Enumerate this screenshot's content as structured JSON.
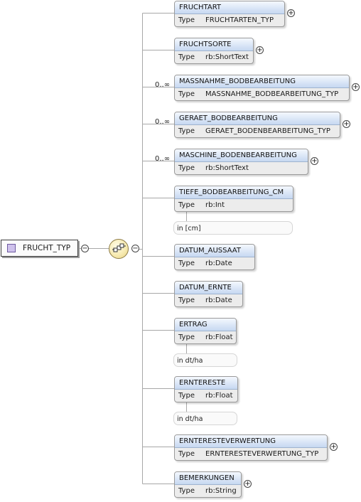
{
  "root": {
    "name": "FRUCHT_TYP"
  },
  "type_label": "Type",
  "elements": [
    {
      "name": "FRUCHTART",
      "occurrence": "",
      "type": "FRUCHTARTEN_TYP",
      "expandable": true,
      "facet": ""
    },
    {
      "name": "FRUCHTSORTE",
      "occurrence": "",
      "type": "rb:ShortText",
      "expandable": true,
      "facet": ""
    },
    {
      "name": "MASSNAHME_BODBEARBEITUNG",
      "occurrence": "0..∞",
      "type": "MASSNAHME_BODBEARBEITUNG_TYP",
      "expandable": true,
      "facet": ""
    },
    {
      "name": "GERAET_BODBEARBEITUNG",
      "occurrence": "0..∞",
      "type": "GERAET_BODENBEARBEITUNG_TYP",
      "expandable": true,
      "facet": ""
    },
    {
      "name": "MASCHINE_BODENBEARBEITUNG",
      "occurrence": "0..∞",
      "type": "rb:ShortText",
      "expandable": true,
      "facet": ""
    },
    {
      "name": "TIEFE_BODBEARBEITUNG_CM",
      "occurrence": "",
      "type": "rb:Int",
      "expandable": false,
      "facet": "in [cm]"
    },
    {
      "name": "DATUM_AUSSAAT",
      "occurrence": "",
      "type": "rb:Date",
      "expandable": false,
      "facet": ""
    },
    {
      "name": "DATUM_ERNTE",
      "occurrence": "",
      "type": "rb:Date",
      "expandable": false,
      "facet": ""
    },
    {
      "name": "ERTRAG",
      "occurrence": "",
      "type": "rb:Float",
      "expandable": false,
      "facet": "in dt/ha"
    },
    {
      "name": "ERNTEREST E",
      "occurrence": "",
      "type": "rb:Float",
      "expandable": false,
      "facet": "in dt/ha"
    },
    {
      "name": "ERNTERESTEVERWERTUNG",
      "occurrence": "",
      "type": "ERNTERESTEVERWERTUNG_TYP",
      "expandable": true,
      "facet": ""
    },
    {
      "name": "BEMERKUNGEN",
      "occurrence": "",
      "type": "rb:String",
      "expandable": true,
      "facet": ""
    }
  ]
}
